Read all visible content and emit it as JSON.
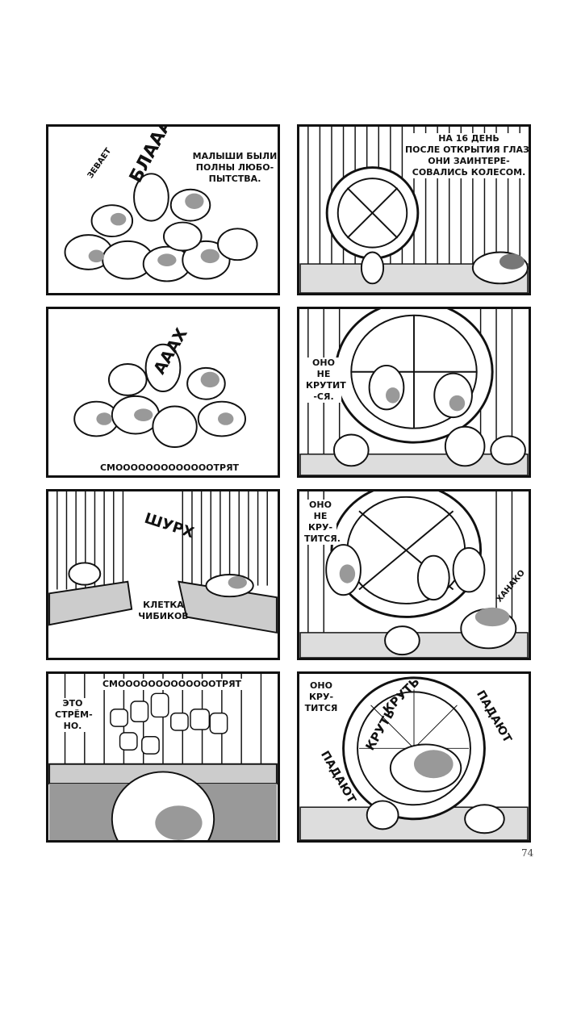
{
  "page_number": "74",
  "panels": [
    {
      "id": "p1",
      "texts": {
        "narration": "МАЛЫШИ БЫЛИ\nПОЛНЫ ЛЮБО-\nПЫТСТВА.",
        "sfx_main": "БЛАААХ",
        "note": "ЗЕВАЕТ"
      }
    },
    {
      "id": "p2",
      "texts": {
        "narration": "НА 16 ДЕНЬ\nПОСЛЕ ОТКРЫТИЯ ГЛАЗ,\nОНИ ЗАИНТЕРЕ-\nСОВАЛИСЬ КОЛЕСОМ."
      }
    },
    {
      "id": "p3",
      "texts": {
        "sfx_main": "АААХ",
        "caption": "СМОООООООООООООТРЯТ"
      }
    },
    {
      "id": "p4",
      "texts": {
        "speech": "ОНО\nНЕ\nКРУТИТ\n-СЯ."
      }
    },
    {
      "id": "p5",
      "texts": {
        "sfx_main": "ШУРХ",
        "label": "КЛЕТКА\nЧИБИКОВ"
      }
    },
    {
      "id": "p6",
      "texts": {
        "speech": "ОНО\nНЕ\nКРУ-\nТИТСЯ.",
        "name": "ХАНАКО"
      }
    },
    {
      "id": "p7",
      "texts": {
        "caption": "СМОООООООООООООТРЯТ",
        "speech": "ЭТО\nСТРЁМ-\nНО."
      }
    },
    {
      "id": "p8",
      "texts": {
        "speech": "ОНО\nКРУ-\nТИТСЯ",
        "sfx_1": "КРУТЬ",
        "sfx_2": "КРУТЬ",
        "sfx_3": "ПАДАЮТ",
        "sfx_4": "ПАДАЮТ"
      }
    }
  ]
}
